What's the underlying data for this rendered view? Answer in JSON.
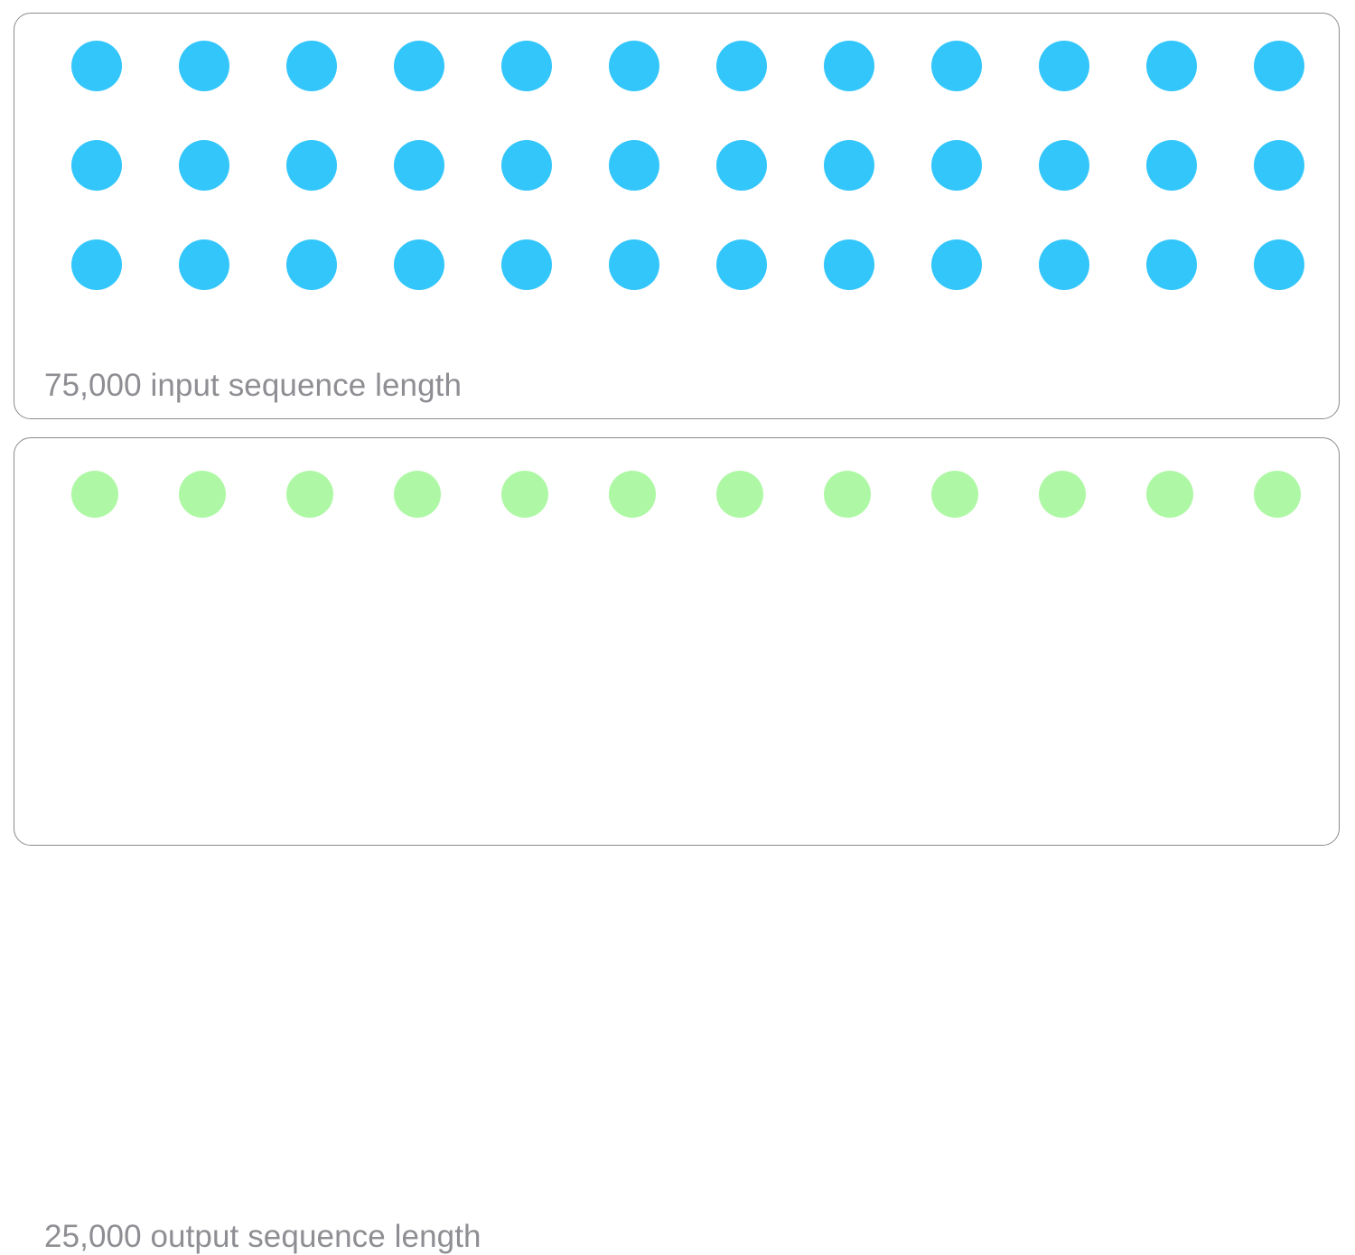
{
  "background_color": "#ffffff",
  "card_border_color": "#8c8c90",
  "label_color": "#8e8e93",
  "cards": [
    {
      "id": "input",
      "label": "75,000 input sequence length",
      "value": "75,000",
      "unit": "input sequence length",
      "dot_color": "#33c6fb",
      "dot_rows": 3,
      "dots_per_row": 12,
      "total_dots": 36
    },
    {
      "id": "output",
      "label": "25,000 output sequence length",
      "value": "25,000",
      "unit": "output sequence length",
      "dot_color": "#aef8a5",
      "dot_rows": 1,
      "dots_per_row": 12,
      "total_dots": 12
    }
  ]
}
